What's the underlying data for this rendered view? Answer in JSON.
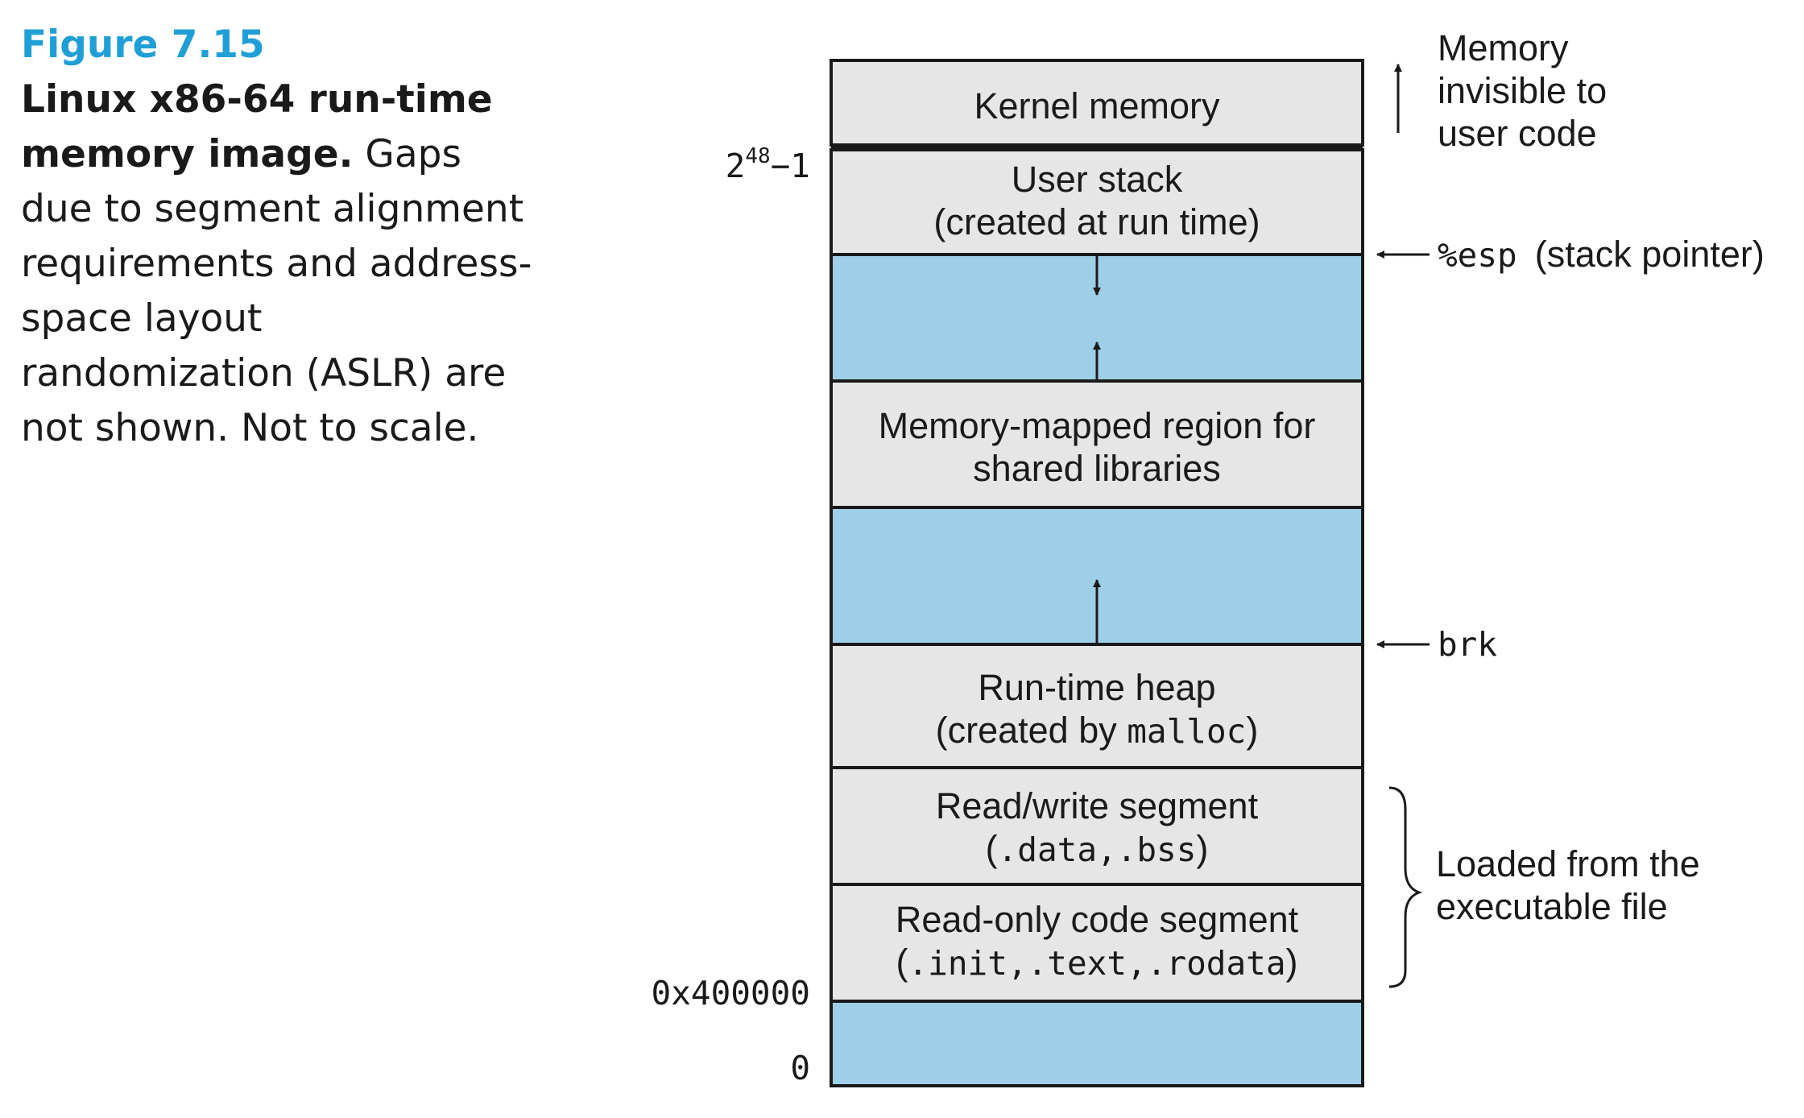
{
  "figure": {
    "number": "Figure 7.15",
    "title": "Linux x86-64 run-time memory image.",
    "description": "Gaps due to segment alignment requirements and address-space layout randomization (ASLR) are not shown. Not to scale."
  },
  "segments": {
    "kernel": {
      "label": "Kernel memory"
    },
    "user_stack": {
      "line1": "User stack",
      "line2": "(created at run time)"
    },
    "mmap": {
      "line1": "Memory-mapped region for",
      "line2": "shared libraries"
    },
    "heap": {
      "line1": "Run-time heap",
      "line2_prefix": "(created by ",
      "line2_code": "malloc",
      "line2_suffix": ")"
    },
    "rw": {
      "line1": "Read/write segment",
      "line2_open": "(",
      "line2_code": ".data,.bss",
      "line2_close": ")"
    },
    "ro": {
      "line1": "Read-only code segment",
      "line2_open": "(",
      "line2_code": ".init,.text,.rodata",
      "line2_close": ")"
    }
  },
  "addresses": {
    "top_base": "2",
    "top_exp": "48",
    "top_suffix": "−1",
    "code_start": "0x400000",
    "zero": "0"
  },
  "annotations": {
    "invisible": {
      "line1": "Memory",
      "line2": "invisible to",
      "line3": "user code"
    },
    "esp_code": "%esp",
    "esp_text": "(stack pointer)",
    "brk_code": "brk",
    "loaded": {
      "line1": "Loaded from the",
      "line2": "executable file"
    }
  },
  "colors": {
    "segment_fill": "#e6e6e6",
    "gap_fill": "#9ecfe6",
    "outline": "#1a1a1a",
    "figure_number": "#1f9fd6"
  }
}
